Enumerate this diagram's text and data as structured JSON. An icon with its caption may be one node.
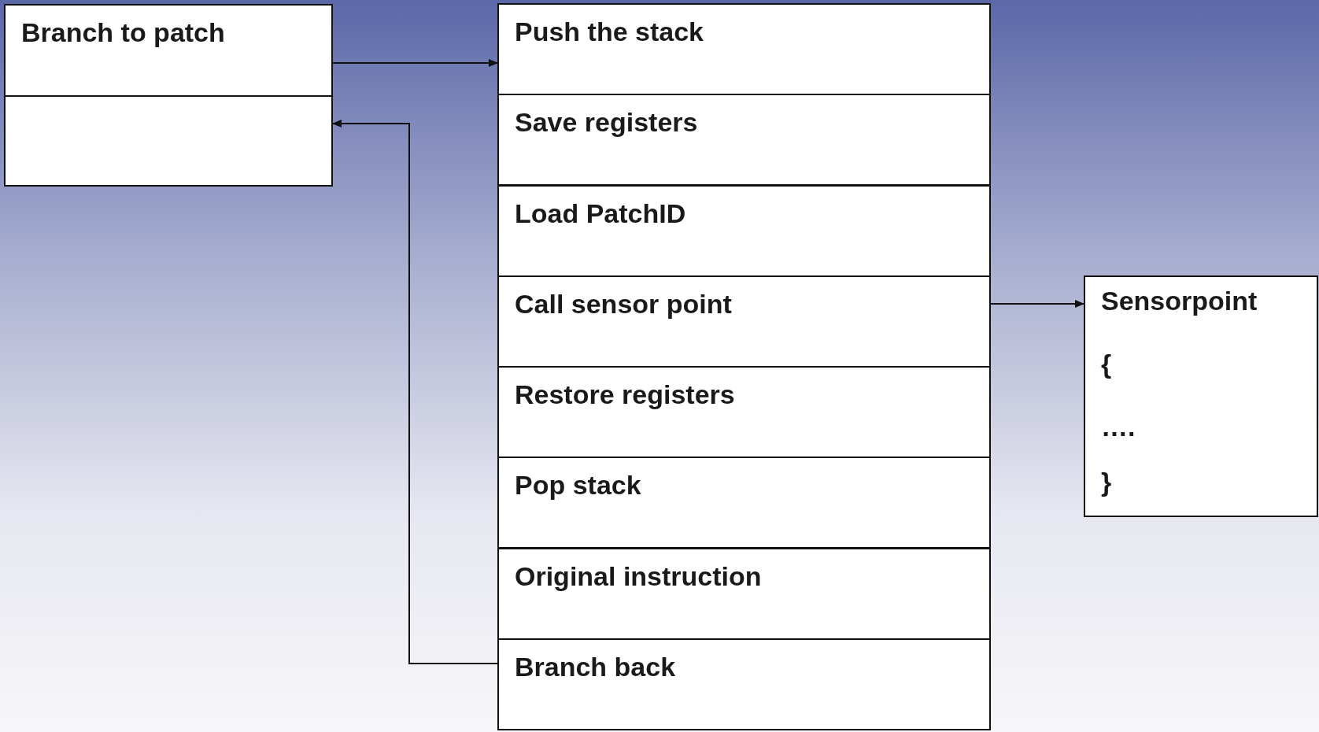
{
  "diagram": {
    "nodes": [
      {
        "text": [
          "Branch to patch"
        ]
      },
      {
        "text": [],
        "shape": "box"
      },
      {
        "text": [
          "Push the stack"
        ]
      },
      {
        "text": [
          "Save registers"
        ]
      },
      {
        "text": [
          "Load PatchID"
        ]
      },
      {
        "text": [
          "Call sensor point"
        ]
      },
      {
        "text": [
          "Restore registers"
        ]
      },
      {
        "text": [
          "Pop stack"
        ]
      },
      {
        "text": [
          "Original instruction"
        ]
      },
      {
        "text": [
          "Branch back"
        ]
      },
      {
        "text": [
          "Sensorpoint",
          "{",
          "….",
          "}"
        ]
      }
    ],
    "edges": [
      {
        "from": 0,
        "to": 2,
        "arrow": "to"
      },
      {
        "from": 5,
        "to": 10,
        "arrow": "to"
      },
      {
        "from": 9,
        "to": 1,
        "arrow": "to"
      }
    ]
  }
}
